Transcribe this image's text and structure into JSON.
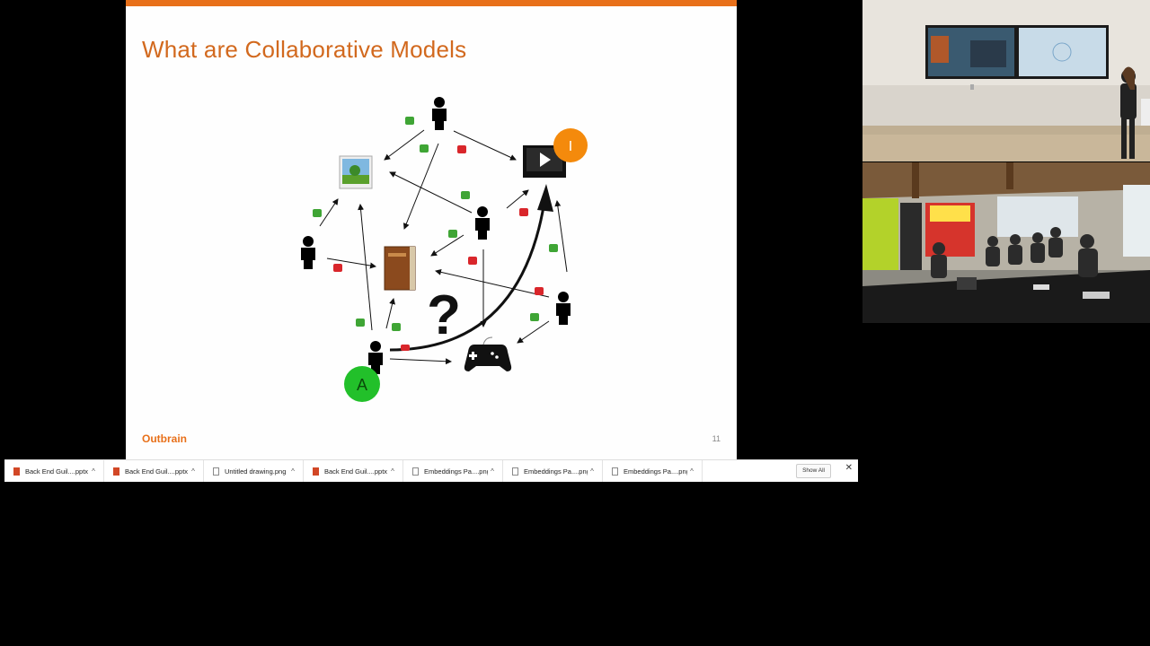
{
  "slide": {
    "title": "What are Collaborative Models",
    "logo": "Outbrain",
    "page_number": "11",
    "badge_user": "A",
    "badge_item": "I",
    "question_mark": "?",
    "colors": {
      "accent": "#e8701a",
      "title": "#d2691e",
      "like": "#3fa535",
      "dislike": "#d9262b",
      "badge_user": "#22c02a",
      "badge_item": "#f48a0c"
    }
  },
  "downloads": {
    "items": [
      {
        "name": "Back End Guil....pptx",
        "type": "pptx"
      },
      {
        "name": "Back End Guil....pptx",
        "type": "pptx"
      },
      {
        "name": "Untitled drawing.png",
        "type": "png"
      },
      {
        "name": "Back End Guil....pptx",
        "type": "pptx"
      },
      {
        "name": "Embeddings Pa....png",
        "type": "png"
      },
      {
        "name": "Embeddings Pa....png",
        "type": "png"
      },
      {
        "name": "Embeddings Pa....png",
        "type": "png"
      }
    ],
    "show_all_label": "Show All",
    "close_label": "✕",
    "chevron": "^"
  },
  "video_feeds": [
    {
      "label": "presenter-room-feed"
    },
    {
      "label": "audience-room-feed"
    }
  ]
}
